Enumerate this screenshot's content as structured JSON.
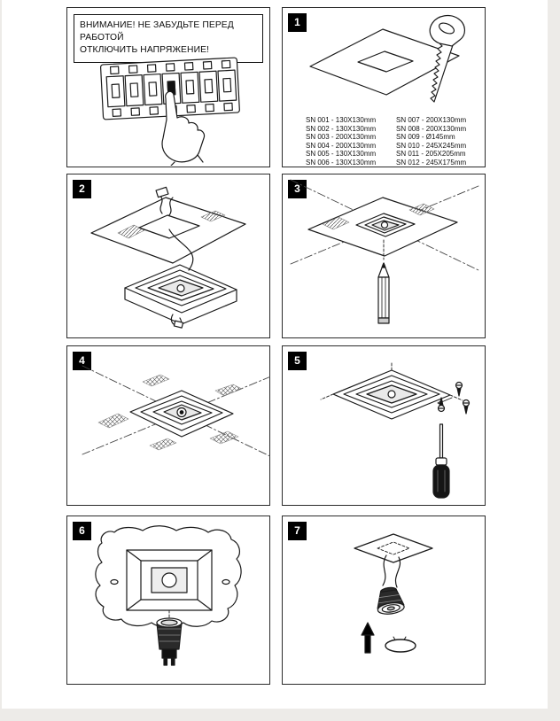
{
  "warning": {
    "line1": "ВНИМАНИЕ! НЕ ЗАБУДЬТЕ ПЕРЕД РАБОТОЙ",
    "line2": "ОТКЛЮЧИТЬ НАПРЯЖЕНИЕ!"
  },
  "steps": [
    {
      "number": "1"
    },
    {
      "number": "2"
    },
    {
      "number": "3"
    },
    {
      "number": "4"
    },
    {
      "number": "5"
    },
    {
      "number": "6"
    },
    {
      "number": "7"
    }
  ],
  "models": {
    "col1": [
      "SN 001 - 130X130mm",
      "SN 002 - 130X130mm",
      "SN 003 - 200X130mm",
      "SN 004 - 200X130mm",
      "SN 005 - 130X130mm",
      "SN 006 - 130X130mm"
    ],
    "col2": [
      "SN 007 - 200X130mm",
      "SN 008 - 200X130mm",
      "SN 009 - Ø145mm",
      "SN 010 - 245X245mm",
      "SN 011 - 205X205mm",
      "SN 012 - 245X175mm"
    ]
  },
  "colors": {
    "ink": "#1a1a1a",
    "badge_bg": "#000000",
    "paper": "#ffffff"
  }
}
